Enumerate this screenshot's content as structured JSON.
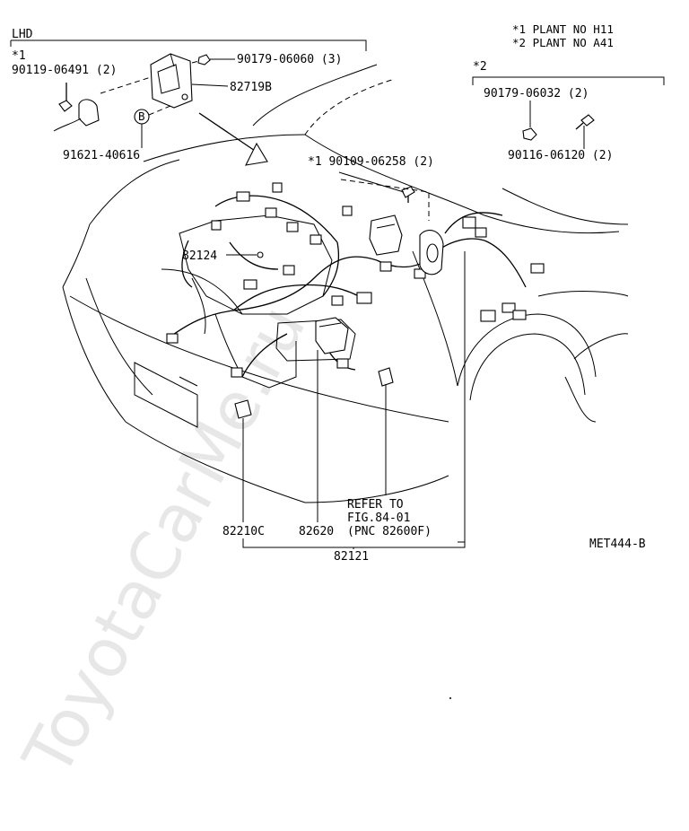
{
  "header": {
    "region": "LHD",
    "note_star1": "*1",
    "note_star2": "*2",
    "legend_1": "*1 PLANT NO H11",
    "legend_2": "*2 PLANT NO A41"
  },
  "callouts": {
    "p_90119": "90119-06491 (2)",
    "p_90179_06060": "90179-06060 (3)",
    "p_82719B": "82719B",
    "p_91621": "91621-40616",
    "p_90179_06032": "90179-06032 (2)",
    "p_90116": "90116-06120 (2)",
    "p_90109": "*1 90109-06258 (2)",
    "p_82124": "82124",
    "p_82210C": "82210C",
    "p_82620": "82620",
    "p_82121": "82121",
    "circle_B": "B"
  },
  "refer": {
    "line1": "REFER TO",
    "line2": "FIG.84-01",
    "line3": "(PNC 82600F)"
  },
  "figure_id": "MET444-B",
  "watermark": "ToyotaCarMe.ru"
}
